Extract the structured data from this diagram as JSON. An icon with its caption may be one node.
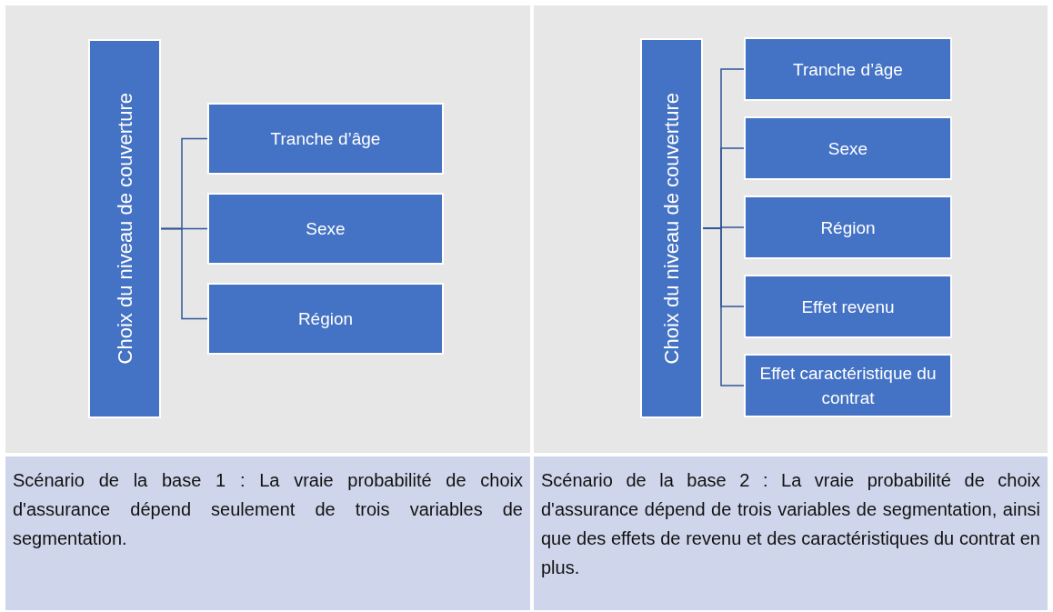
{
  "diagram": {
    "nodes": [
      {
        "text": [
          "Choix du niveau de couverture"
        ]
      },
      {
        "text": [
          "Tranche d’âge"
        ]
      },
      {
        "text": [
          "Sexe"
        ]
      },
      {
        "text": [
          "Région"
        ]
      },
      {
        "text": [
          "Choix du niveau de couverture"
        ]
      },
      {
        "text": [
          "Tranche d’âge"
        ]
      },
      {
        "text": [
          "Sexe"
        ]
      },
      {
        "text": [
          "Région"
        ]
      },
      {
        "text": [
          "Effet revenu"
        ]
      },
      {
        "text": [
          "Effet caractéristique du contrat"
        ]
      }
    ],
    "edges": [
      {
        "from": 0,
        "to": 1,
        "arrow": "none"
      },
      {
        "from": 0,
        "to": 2,
        "arrow": "none"
      },
      {
        "from": 0,
        "to": 3,
        "arrow": "none"
      },
      {
        "from": 4,
        "to": 5,
        "arrow": "none"
      },
      {
        "from": 4,
        "to": 6,
        "arrow": "none"
      },
      {
        "from": 4,
        "to": 7,
        "arrow": "none"
      },
      {
        "from": 4,
        "to": 8,
        "arrow": "none"
      },
      {
        "from": 4,
        "to": 9,
        "arrow": "none"
      }
    ],
    "labels": [
      "Scénario de la base 1 : La vraie probabilité de choix d'assurance dépend seulement de trois variables de segmentation.",
      "Scénario de la base 2 : La vraie probabilité de choix d'assurance dépend de trois variables de segmentation, ainsi que des effets de revenu et des caractéristiques du contrat en plus."
    ]
  }
}
